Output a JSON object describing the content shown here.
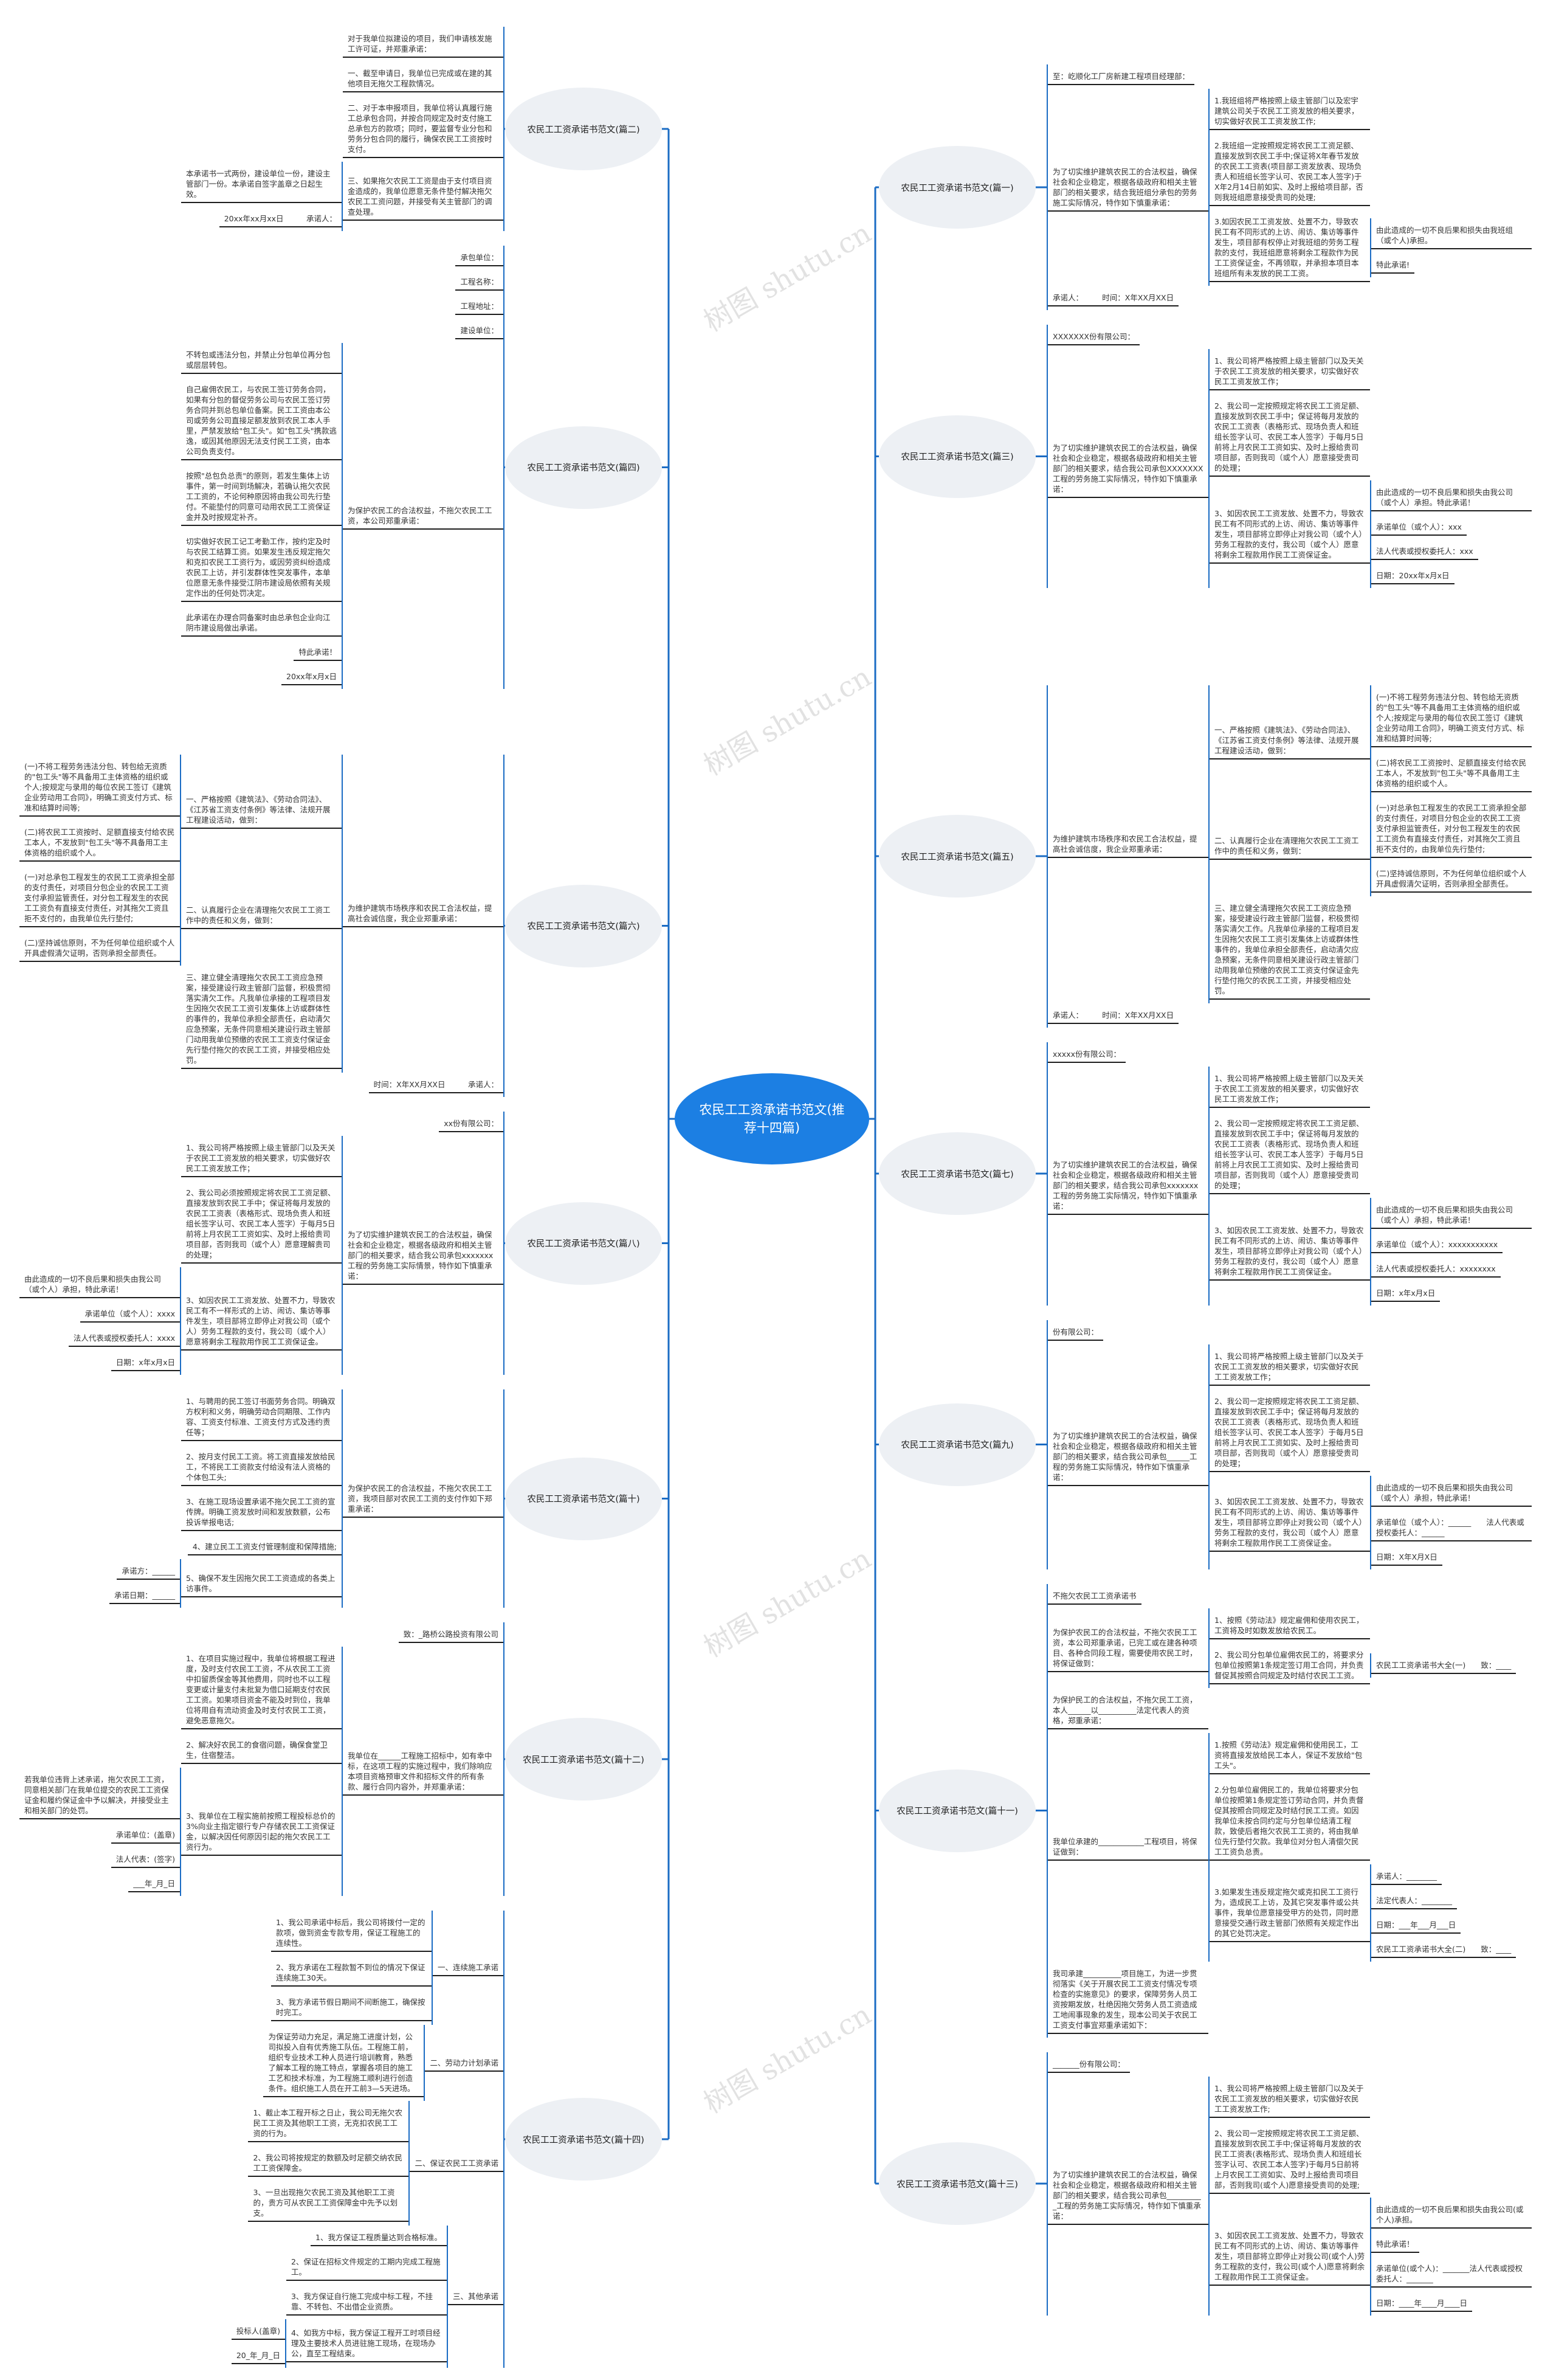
{
  "root_title": "农民工工资承诺书范文(推荐十四篇)",
  "watermark": "树图 shutu.cn",
  "colors": {
    "root": "#1c7fe3",
    "branch": "#edf0f4",
    "line": "#1b6cc4"
  },
  "branches": [
    {
      "title": "农民工工资承诺书范文(篇二)",
      "side": "left",
      "children": [
        {
          "text": "对于我单位拟建设的项目，我们申请核发施工许可证，并郑重承诺："
        },
        {
          "text": "一、截至申请日，我单位已完成或在建的其他项目无拖欠工程款情况。"
        },
        {
          "text": "二、对于本申报项目，我单位将认真履行施工总承包合同，并按合同规定及时支付施工总承包方的款项；同时，要监督专业分包和劳务分包合同的履行，确保农民工工资按时支付。"
        },
        {
          "text": "三、如果拖欠农民工工资是由于支付项目资金造成的，我单位愿意无条件垫付解决拖欠农民工工资问题，并接受有关主管部门的调查处理。",
          "children": [
            {
              "text": "本承诺书一式两份，建设单位一份，建设主管部门一份。本承诺自签字盖章之日起生效。"
            },
            {
              "text": "20xx年xx月xx日　　　承诺人："
            }
          ]
        }
      ]
    },
    {
      "title": "农民工工资承诺书范文(篇四)",
      "side": "left",
      "children": [
        {
          "text": "承包单位："
        },
        {
          "text": "工程名称："
        },
        {
          "text": "工程地址："
        },
        {
          "text": "建设单位："
        },
        {
          "text": "为保护农民工的合法权益，不拖欠农民工工资，本公司郑重承诺：",
          "children": [
            {
              "text": "不转包或违法分包，并禁止分包单位再分包或层层转包。"
            },
            {
              "text": "自己雇佣农民工，与农民工签订劳务合同，如果有分包的督促劳务公司与农民工签订劳务合同并到总包单位备案。民工工资由本公司或劳务公司直接足额发放到农民工本人手里，严禁发放给\"包工头\"。如\"包工头\"携款逃逸，或因其他原因无法支付民工工资，由本公司负责支付。"
            },
            {
              "text": "按照\"总包负总责\"的原则，若发生集体上访事件，第一时间到场解决，若确认拖欠农民工工资的，不论何种原因将由我公司先行垫付。不能垫付的同意可动用农民工工资保证金并及时按规定补齐。"
            },
            {
              "text": "切实做好农民工记工考勤工作，按约定及时与农民工结算工资。如果发生违反规定拖欠和克扣农民工工资行为，或因劳资纠纷造成农民工上访，并引发群体性突发事件，本单位愿意无条件接受江阴市建设局依照有关规定作出的任何处罚决定。"
            },
            {
              "text": "此承诺在办理合同备案时由总承包企业向江阴市建设局做出承诺。"
            },
            {
              "text": "特此承诺！"
            },
            {
              "text": "20xx年x月x日"
            }
          ]
        }
      ]
    },
    {
      "title": "农民工工资承诺书范文(篇六)",
      "side": "left",
      "children": [
        {
          "text": "为维护建筑市场秩序和农民工合法权益，提高社会诚信度，我企业郑重承诺：",
          "children": [
            {
              "text": "一、严格按照《建筑法》、《劳动合同法》、《江苏省工资支付条例》等法律、法规开展工程建设活动，做到：",
              "children": [
                {
                  "text": "(一)不将工程劳务违法分包、转包给无资质的\"包工头\"等不具备用工主体资格的组织或个人;按规定与录用的每位农民工签订《建筑企业劳动用工合同》，明确工资支付方式、标准和结算时间等;"
                },
                {
                  "text": "(二)将农民工工资按时、足额直接支付给农民工本人，不发放到\"包工头\"等不具备用工主体资格的组织或个人。"
                }
              ]
            },
            {
              "text": "二、认真履行企业在清理拖欠农民工工资工作中的责任和义务，做到：",
              "children": [
                {
                  "text": "(一)对总承包工程发生的农民工工资承担全部的支付责任，对项目分包企业的农民工工资支付承担监管责任，对分包工程发生的农民工工资负有直接支付责任，对其拖欠工资且拒不支付的，由我单位先行垫付;"
                },
                {
                  "text": "(二)坚持诚信原则，不为任何单位组织或个人开具虚假清欠证明，否则承担全部责任。"
                }
              ]
            },
            {
              "text": "三、建立健全清理拖欠农民工工资应急预案，接受建设行政主管部门监督，积极贯彻落实清欠工作。凡我单位承接的工程项目发生因拖欠农民工工资引发集体上访或群体性的事件的，我单位承担全部责任，启动清欠应急预案，无条件同意相关建设行政主管部门动用我单位预缴的农民工工资支付保证金先行垫付拖欠的农民工工资，并接受相应处罚。"
            }
          ]
        },
        {
          "text": "时间：X年XX月XX日　　　承诺人："
        }
      ]
    },
    {
      "title": "农民工工资承诺书范文(篇八)",
      "side": "left",
      "children": [
        {
          "text": "xx份有限公司："
        },
        {
          "text": "为了切实维护建筑农民工的合法权益，确保社会和企业稳定，根据各级政府和相关主管部门的相关要求，结合我公司承包xxxxxxx工程的劳务施工实际情景，特作如下慎重承诺：",
          "children": [
            {
              "text": "1、我公司将严格按照上级主管部门以及天关于农民工工资发放的相关要求，切实做好农民工工资发放工作；"
            },
            {
              "text": "2、我公司必须按照规定将农民工工资足额、直接发放到农民工手中；保证将每月发放的农民工工资表（表格形式、现场负责人和班组长签字认可、农民工本人签字）于每月5日前将上月农民工工资如实、及时上报给贵司项目部，否则我司（或个人）愿意理解贵司的处理；"
            },
            {
              "text": "3、如因农民工工资发放、处置不力，导致农民工有不一样形式的上访、闹访、集访等事件发生，项目部将立即停止对我公司（或个人）劳务工程款的支付，我公司（或个人）愿意将剩余工程款用作民工工资保证金。",
              "children": [
                {
                  "text": "由此造成的一切不良后果和损失由我公司（或个人）承担，特此承诺！"
                },
                {
                  "text": "承诺单位（或个人）：xxxx"
                },
                {
                  "text": "法人代表或授权委托人：xxxx"
                },
                {
                  "text": "日期：x年x月x日"
                }
              ]
            }
          ]
        }
      ]
    },
    {
      "title": "农民工工资承诺书范文(篇十)",
      "side": "left",
      "children": [
        {
          "text": "为保护农民工的合法权益，不拖欠农民工工资，我项目部对农民工工资的支付作如下郑重承诺：",
          "children": [
            {
              "text": "1、与聘用的民工签订书面劳务合同。明确双方权利和义务，明确劳动合同期限、工作内容、工资支付标准、工资支付方式及违约责任等；"
            },
            {
              "text": "2、按月支付民工工资。将工资直接发放给民工，不将民工工资款支付给没有法人资格的个体包工头;"
            },
            {
              "text": "3、在施工现场设置承诺不拖欠民工工资的宣传牌。明确工资发放时间和发放数额，公布投诉举报电话;"
            },
            {
              "text": "4、建立民工工资支付管理制度和保障措施;"
            },
            {
              "text": "5、确保不发生因拖欠民工工资造成的各类上访事件。",
              "children": [
                {
                  "text": "承诺方：______"
                },
                {
                  "text": "承诺日期：______"
                }
              ]
            }
          ]
        }
      ]
    },
    {
      "title": "农民工工资承诺书范文(篇十二)",
      "side": "left",
      "children": [
        {
          "text": "致：_路桥公路投资有限公司"
        },
        {
          "text": "我单位在______工程施工招标中，如有幸中标，在这项工程的实施过程中，我们除响应本项目资格预审文件和招标文件的所有条款、履行合同内容外，并郑重承诺：",
          "children": [
            {
              "text": "1、在项目实施过程中，我单位将根据工程进度，及时支付农民工工资，不从农民工工资中扣留质保金等其他费用，同时也不以工程变更或计量支付未批复为借口延期支付农民工工资。如果项目资金不能及时到位，我单位将用自有流动资金及时支付农民工工资，避免恶意拖欠。"
            },
            {
              "text": "2、解决好农民工的食宿问题，确保食堂卫生，住宿整洁。"
            },
            {
              "text": "3、我单位在工程实施前按照工程投标总价的3%向业主指定银行专户存储农民工工资保证金，以解决因任何原因引起的拖欠农民工工资行为。",
              "children": [
                {
                  "text": "若我单位违背上述承诺，拖欠农民工工资，同意相关部门在我单位提交的农民工工资保证金和履约保证金中予以解决，并接受业主和相关部门的处罚。"
                },
                {
                  "text": "承诺单位：(盖章)"
                },
                {
                  "text": "法人代表：(签字)"
                },
                {
                  "text": "___年_月_日"
                }
              ]
            }
          ]
        }
      ]
    },
    {
      "title": "农民工工资承诺书范文(篇十四)",
      "side": "left",
      "children": [
        {
          "text": "一、连续施工承诺",
          "children": [
            {
              "text": "1、我公司承诺中标后，我公司将拨付一定的款项，做到资金专款专用，保证工程施工的连续性。"
            },
            {
              "text": "2、我方承诺在工程款暂不到位的情况下保证连续施工30天。"
            },
            {
              "text": "3、我方承诺节假日期间不间断施工，确保按时完工。"
            }
          ]
        },
        {
          "text": "二、劳动力计划承诺",
          "children": [
            {
              "text": "为保证劳动力充足，满足施工进度计划，公司拟投入自有优秀施工队伍。工程施工前，组织专业技术工种人员进行培训教育，熟悉了解本工程的施工特点，掌握各项目的施工工艺和技术标准，为工程施工顺利进行创造条件。组织施工人员在开工前3—5天进场。"
            }
          ]
        },
        {
          "text": "二、保证农民工工资承诺",
          "children": [
            {
              "text": "1、截止本工程开标之日止，我公司无拖欠农民工工资及其他职工工资，无克扣农民工工资的行为。"
            },
            {
              "text": "2、我公司将按规定的数额及时足额交纳农民工工资保障金。"
            },
            {
              "text": "3、一旦出现拖欠农民工资及其他职工工资的，贵方可从农民工工资保障金中先予以划支。"
            }
          ]
        },
        {
          "text": "三、其他承诺",
          "children": [
            {
              "text": "1、我方保证工程质量达到合格标准。"
            },
            {
              "text": "2、保证在招标文件规定的工期内完成工程施工。"
            },
            {
              "text": "3、我方保证自行施工完成中标工程，不挂靠、不转包、不出借企业资质。"
            },
            {
              "text": "4、如我方中标，我方保证工程开工时项目经理及主要技术人员进驻施工现场，在现场办公，直至工程结束。",
              "children": [
                {
                  "text": "投标人(盖章)"
                },
                {
                  "text": "20_年_月_日"
                }
              ]
            }
          ]
        }
      ]
    },
    {
      "title": "农民工工资承诺书范文(篇一)",
      "side": "right",
      "children": [
        {
          "text": "至：屹顺化工厂房新建工程项目经理部："
        },
        {
          "text": "为了切实维护建筑农民工的合法权益，确保社会和企业稳定，根据各级政府和相关主管部门的相关要求，结合我班组分承包的劳务施工实际情况，特作如下慎重承诺：",
          "children": [
            {
              "text": "1.我班组将严格按照上级主管部门以及宏宇建筑公司关于农民工工资发放的相关要求，切实做好农民工工资发放工作;"
            },
            {
              "text": "2.我班组一定按照规定将农民工工资足额、直接发放到农民工手中;保证将X年春节发放的农民工工资表(项目部工资发放表、现场负责人和班组长签字认可、农民工本人签字)于X年2月14日前如实、及时上报给项目部，否则我班组愿意接受贵司的处理;"
            },
            {
              "text": "3.如因农民工工资发放、处置不力，导致农民工有不同形式的上访、闹访、集访等事件发生，项目部有权停止对我班组的劳务工程款的支付，我班组愿意将剩余工程款作为民工工资保证金，不再领取，并承担本项目本班组所有未发放的民工工资。",
              "children": [
                {
                  "text": "由此造成的一切不良后果和损失由我班组（或个人)承担。"
                },
                {
                  "text": "特此承诺!"
                }
              ]
            }
          ]
        },
        {
          "text": "承诺人：　　　时间：X年XX月XX日"
        }
      ]
    },
    {
      "title": "农民工工资承诺书范文(篇三)",
      "side": "right",
      "children": [
        {
          "text": "XXXXXXX份有限公司："
        },
        {
          "text": "为了切实维护建筑农民工的合法权益，确保社会和企业稳定，根据各级政府和相关主管部门的相关要求，结合我公司承包XXXXXXX工程的劳务施工实际情况，特作如下慎重承诺：",
          "children": [
            {
              "text": "1、我公司将严格按照上级主管部门以及天关于农民工工资发放的相关要求，切实做好农民工工资发放工作；"
            },
            {
              "text": "2、我公司一定按照规定将农民工工资足额、直接发放到农民工手中；保证将每月发放的农民工工资表（表格形式、现场负责人和班组长签字认可、农民工本人签字）于每月5日前将上月农民工工资如实、及时上报给贵司项目部，否则我司（或个人）愿意接受贵司的处理；"
            },
            {
              "text": "3、如因农民工工资发放、处置不力，导致农民工有不同形式的上访、闹访、集访等事件发生，项目部将立即停止对我公司（或个人）劳务工程款的支付，我公司（或个人）愿意将剩余工程款用作民工工资保证金。",
              "children": [
                {
                  "text": "由此造成的一切不良后果和损失由我公司（或个人）承担。特此承诺！"
                },
                {
                  "text": "承诺单位（或个人）：xxx"
                },
                {
                  "text": "法人代表或授权委托人：xxx"
                },
                {
                  "text": "日期：20xx年x月x日"
                }
              ]
            }
          ]
        }
      ]
    },
    {
      "title": "农民工工资承诺书范文(篇五)",
      "side": "right",
      "children": [
        {
          "text": "为维护建筑市场秩序和农民工合法权益，提高社会诚信度，我企业郑重承诺：",
          "children": [
            {
              "text": "一、严格按照《建筑法》、《劳动合同法》、《江苏省工资支付条例》等法律、法规开展工程建设活动，做到：",
              "children": [
                {
                  "text": "(一)不将工程劳务违法分包、转包给无资质的\"包工头\"等不具备用工主体资格的组织或个人;按规定与录用的每位农民工签订《建筑企业劳动用工合同》，明确工资支付方式、标准和结算时间等;"
                },
                {
                  "text": "(二)将农民工工资按时、足额直接支付给农民工本人，不发放到\"包工头\"等不具备用工主体资格的组织或个人。"
                }
              ]
            },
            {
              "text": "二、认真履行企业在清理拖欠农民工工资工作中的责任和义务，做到：",
              "children": [
                {
                  "text": "(一)对总承包工程发生的农民工工资承担全部的支付责任，对项目分包企业的农民工工资支付承担监管责任，对分包工程发生的农民工工资负有直接支付责任，对其拖欠工资且拒不支付的，由我单位先行垫付;"
                },
                {
                  "text": "(二)坚持诚信原则，不为任何单位组织或个人开具虚假清欠证明，否则承担全部责任。"
                }
              ]
            },
            {
              "text": "三、建立健全清理拖欠农民工工资应急预案，接受建设行政主管部门监督，积极贯彻落实清欠工作。凡我单位承接的工程项目发生因拖欠农民工工资引发集体上访或群体性事件的，我单位承担全部责任，启动清欠应急预案，无条件同意相关建设行政主管部门动用我单位预缴的农民工工资支付保证金先行垫付拖欠的农民工工资，并接受相应处罚。"
            }
          ]
        },
        {
          "text": "承诺人：　　　时间：X年XX月XX日"
        }
      ]
    },
    {
      "title": "农民工工资承诺书范文(篇七)",
      "side": "right",
      "children": [
        {
          "text": "xxxxx份有限公司："
        },
        {
          "text": "为了切实维护建筑农民工的合法权益，确保社会和企业稳定，根据各级政府和相关主管部门的相关要求，结合我公司承包xxxxxxx工程的劳务施工实际情况，特作如下慎重承诺：",
          "children": [
            {
              "text": "1、我公司将严格按照上级主管部门以及天关于农民工工资发放的相关要求，切实做好农民工工资发放工作；"
            },
            {
              "text": "2、我公司一定按照规定将农民工工资足额、直接发放到农民工手中；保证将每月发放的农民工工资表（表格形式、现场负责人和班组长签字认可、农民工本人签字）于每月5日前将上月农民工工资如实、及时上报给贵司项目部，否则我司（或个人）愿意接受贵司的处理；"
            },
            {
              "text": "3、如因农民工工资发放、处置不力，导致农民工有不同形式的上访、闹访、集访等事件发生，项目部将立即停止对我公司（或个人）劳务工程款的支付，我公司（或个人）愿意将剩余工程款用作民工工资保证金。",
              "children": [
                {
                  "text": "由此造成的一切不良后果和损失由我公司（或个人）承担，特此承诺！"
                },
                {
                  "text": "承诺单位（或个人）：xxxxxxxxxxx"
                },
                {
                  "text": "法人代表或授权委托人：xxxxxxxx"
                },
                {
                  "text": "日期：x年x月x日"
                }
              ]
            }
          ]
        }
      ]
    },
    {
      "title": "农民工工资承诺书范文(篇九)",
      "side": "right",
      "children": [
        {
          "text": "份有限公司："
        },
        {
          "text": "为了切实维护建筑农民工的合法权益，确保社会和企业稳定，根据各级政府和相关主管部门的相关要求，结合我公司承包______工程的劳务施工实际情况，特作如下慎重承诺：",
          "children": [
            {
              "text": "1、我公司将严格按照上级主管部门以及关于农民工工资发放的相关要求，切实做好农民工工资发放工作；"
            },
            {
              "text": "2、我公司一定按照规定将农民工工资足额、直接发放到农民工手中；保证将每月发放的农民工工资表（表格形式、现场负责人和班组长签字认可、农民工本人签字）于每月5日前将上月农民工工资如实、及时上报给贵司项目部，否则我司（或个人）愿意接受贵司的处理；"
            },
            {
              "text": "3、如因农民工工资发放、处置不力，导致农民工有不同形式的上访、闹访、集访等事件发生，项目部将立即停止对我公司（或个人）劳务工程款的支付，我公司（或个人）愿意将剩余工程款用作民工工资保证金。",
              "children": [
                {
                  "text": "由此造成的一切不良后果和损失由我公司（或个人）承担，特此承诺！"
                },
                {
                  "text": "承诺单位（或个人）：______　　法人代表或授权委托人：______"
                },
                {
                  "text": "日期：X年X月X日"
                }
              ]
            }
          ]
        }
      ]
    },
    {
      "title": "农民工工资承诺书范文(篇十一)",
      "side": "right",
      "children": [
        {
          "text": "不拖欠农民工工资承诺书"
        },
        {
          "text": "为保护农民工的合法权益，不拖欠农民工工资，本公司郑重承诺，已完工或在建各种项目、各种合同段工程，需要使用农民工时，将保证做到：",
          "children": [
            {
              "text": "1、按照《劳动法》规定雇佣和使用农民工，工资将及时如数发放给农民工。"
            },
            {
              "text": "2、我公司分包单位雇佣农民工的，将要求分包单位按照第1条规定签订用工合同，并负责督促其按照合同规定及时结付农民工工资。",
              "children": [
                {
                  "text": "农民工工资承诺书大全(一)　　致：____"
                }
              ]
            }
          ]
        },
        {
          "text": "为保护民工的合法权益，不拖欠民工工资，本人______以__________法定代表人的资格，郑重承诺："
        },
        {
          "text": "我单位承建的____________工程项目，将保证做到：",
          "children": [
            {
              "text": "1.按照《劳动法》规定雇佣和使用民工，工资将直接发放给民工本人，保证不发放给\"包工头\"。"
            },
            {
              "text": "2.分包单位雇佣民工的，我单位将要求分包单位按照第1条规定签订劳动合同，并负责督促其按照合同规定及时结付民工工资。如因我单位未按合同约定与分包单位结清工程款，致使后者拖欠农民工工资的，将由我单位先行垫付欠款。我单位对分包人清偿欠民工工资负总责。"
            },
            {
              "text": "3.如果发生违反规定拖欠或克扣民工工资行为，造成民工上访，及其它突发事件或公共事件，我单位愿意接受甲方的处罚，同时愿意接受交通行政主管部门依照有关规定作出的其它处罚决定。",
              "children": [
                {
                  "text": "承诺人：________"
                },
                {
                  "text": "法定代表人：________"
                },
                {
                  "text": "日期：___年___月___日"
                },
                {
                  "text": "农民工工资承诺书大全(二)　　致：____"
                }
              ]
            }
          ]
        },
        {
          "text": "我司承建__________项目施工，为进一步贯彻落实《关于开展农民工工资支付情况专项检查的实施意见》的要求，保障劳务人员工资按期发放，杜绝因拖欠劳务人员工资造成工地闹事现象的发生，现本公司关于农民工工资支付事宜郑重承诺如下："
        }
      ]
    },
    {
      "title": "农民工工资承诺书范文(篇十三)",
      "side": "right",
      "children": [
        {
          "text": "_______份有限公司："
        },
        {
          "text": "为了切实维护建筑农民工的合法权益，确保社会和企业稳定，根据各级政府和相关主管部门的相关要求，结合我公司承包__________工程的劳务施工实际情况，特作如下慎重承诺：",
          "children": [
            {
              "text": "1、我公司将严格按照上级主管部门以及关于农民工工资发放的相关要求，切实做好农民工工资发放工作;"
            },
            {
              "text": "2、我公司一定按照规定将农民工工资足额、直接发放到农民工手中;保证将每月发放的农民工工资表(表格形式、现场负责人和班组长签字认可、农民工本人签字)于每月5日前将上月农民工工资如实、及时上报给贵司项目部，否则我司(或个人)愿意接受贵司的处理;"
            },
            {
              "text": "3、如因农民工工资发放、处置不力，导致农民工有不同形式的上访、闹访、集访等事件发生，项目部将立即停止对我公司(或个人)劳务工程款的支付，我公司(或个人)愿意将剩余工程款用作民工工资保证金。",
              "children": [
                {
                  "text": "由此造成的一切不良后果和损失由我公司(或个人)承担。"
                },
                {
                  "text": "特此承诺！"
                },
                {
                  "text": "承诺单位(或个人)：_______法人代表或授权委托人：_______"
                },
                {
                  "text": "日期：____年____月____日"
                }
              ]
            }
          ]
        }
      ]
    }
  ]
}
